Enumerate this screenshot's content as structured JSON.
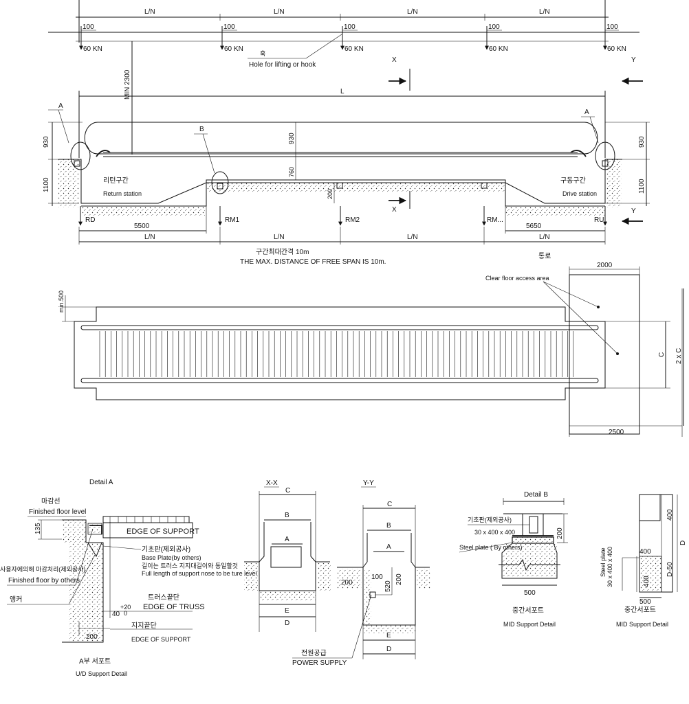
{
  "colors": {
    "ink": "#111111",
    "background": "#ffffff"
  },
  "top_load_diagram": {
    "span_labels": [
      "L/N",
      "L/N",
      "L/N",
      "L/N"
    ],
    "offset_labels": [
      "100",
      "100",
      "100",
      "100",
      "100"
    ],
    "load_labels": [
      "60 KN",
      "60 KN",
      "60 KN",
      "60 KN",
      "60 KN"
    ],
    "hook_label_kr": "훅",
    "hook_label_en": "Hole for lifting or hook"
  },
  "elevation": {
    "overall_length": "L",
    "min_height": "MIN 2300",
    "height_left_upper": "930",
    "height_left_lower": "1100",
    "height_mid": "930",
    "height_mid_pit": "760",
    "pit_depth": "200",
    "height_right_upper": "930",
    "height_right_lower": "1100",
    "detail_a_left": "A",
    "detail_a_right": "A",
    "detail_b": "B",
    "return_station_kr": "리턴구간",
    "return_station_en": "Return station",
    "drive_station_kr": "구동구간",
    "drive_station_en": "Drive station",
    "section_x_top": "X",
    "section_x_bottom": "X",
    "section_y_top": "Y",
    "section_y_bottom": "Y",
    "reactions": [
      "RD",
      "RM1",
      "RM2",
      "RM...",
      "RU"
    ],
    "dim_left_station": "5500",
    "dim_right_station": "5650",
    "bottom_spans": [
      "L/N",
      "L/N",
      "L/N",
      "L/N"
    ],
    "free_span_kr": "구간최대간격 10m",
    "free_span_en": "THE MAX. DISTANCE OF FREE SPAN IS 10m."
  },
  "plan": {
    "access_kr": "통로",
    "access_en": "Clear floor access area",
    "min_clearance": "min.500",
    "width_2000": "2000",
    "width_2500": "2500",
    "dim_c": "C",
    "dim_2c": "2 x C"
  },
  "detail_a": {
    "title": "Detail A",
    "finished_floor_kr": "마감선",
    "finished_floor_en": "Finished floor level",
    "dim_135": "135",
    "edge_of_support": "EDGE OF SUPPORT",
    "base_plate_kr": "기초판(제외공사)",
    "base_plate_en": "Base Plate(by others)",
    "full_length_kr": "길이는 트러스 지지대길이와 동일할것",
    "full_length_en": "Full length of support nose to be ture level",
    "user_finish_kr": "사용자에의해 마감처리(제외공사)",
    "user_finish_en": "Finished floor by others",
    "anchor_kr": "앵커",
    "truss_end_kr": "트러스끝단",
    "truss_end_en": "EDGE OF TRUSS",
    "tolerance_base": "40",
    "tolerance_plus": "+20",
    "tolerance_zero": "0",
    "support_end_kr": "지지끝단",
    "support_end_en": "EDGE OF SUPPORT",
    "dim_200": "200",
    "caption_kr": "A부 서포트",
    "caption_en": "U/D Support Detail"
  },
  "section_xx": {
    "title": "X-X",
    "dims": [
      "C",
      "B",
      "A",
      "E",
      "D"
    ]
  },
  "section_yy": {
    "title": "Y-Y",
    "dims": [
      "C",
      "B",
      "A",
      "E",
      "D"
    ],
    "dim_200_left": "200",
    "dim_100": "100",
    "dim_520": "520",
    "dim_200_right": "200",
    "power_kr": "전원공급",
    "power_en": "POWER SUPPLY"
  },
  "detail_b": {
    "title": "Detail B",
    "base_plate_kr": "기초판(제외공사)",
    "plate_size": "30 x 400 x 400",
    "steel_plate_en": "Steel plate ( By others)",
    "dim_200": "200",
    "dim_500": "500",
    "caption_kr": "중간서포트",
    "caption_en": "MID Support Detail"
  },
  "mid_support_side": {
    "dim_400_top": "400",
    "dim_d50": "D-50",
    "dim_d": "D",
    "dim_400_mid": "400",
    "dim_400_bottom": "400",
    "steel_plate_label": "Steel plate",
    "plate_size": "30 x 400 x 400",
    "dim_500": "500",
    "caption_kr": "중간서포트",
    "caption_en": "MID Support Detail"
  }
}
